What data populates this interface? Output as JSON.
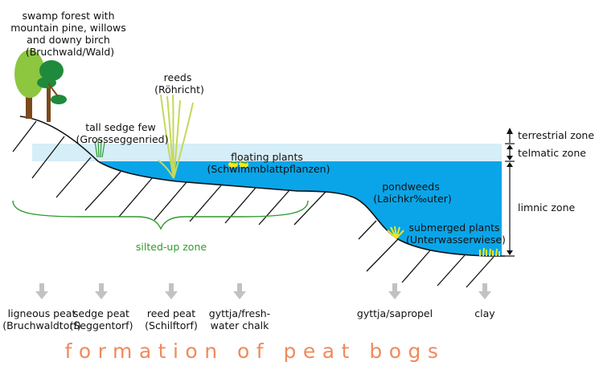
{
  "labels": {
    "swamp_forest": [
      "swamp forest with",
      "mountain pine, willows",
      "and downy birch",
      "(Bruchwald/Wald)"
    ],
    "reeds": [
      "reeds",
      "(Röhricht)"
    ],
    "tall_sedge": [
      "tall sedge few",
      "(Grossseggenried)"
    ],
    "floating_plants": [
      "floating plants",
      "(Schwimmblattpflanzen)"
    ],
    "pondweeds": [
      "pondweeds",
      "(Laichkr‰uter)"
    ],
    "submerged_plants": [
      "submerged plants",
      "(Unterwasserwiese)"
    ],
    "silted_up_zone": "silted-up zone"
  },
  "zones": {
    "terrestrial": "terrestrial zone",
    "telmatic": "telmatic zone",
    "limnic": "limnic zone"
  },
  "deposits": [
    [
      "ligneous peat",
      "(Bruchwaldtorf)"
    ],
    [
      "sedge peat",
      "(Seggentorf)"
    ],
    [
      "reed peat",
      "(Schilftorf)"
    ],
    [
      "gyttja/fresh-",
      "water chalk"
    ],
    [
      "gyttja/sapropel"
    ],
    [
      "clay"
    ]
  ],
  "title": "formation of peat bogs",
  "colors": {
    "water": "#0aa5e8",
    "shallow_water": "#d6eef8",
    "green_label": "#2e9a2e",
    "title": "#f08a5d",
    "arrow": "#c2c2c2"
  }
}
